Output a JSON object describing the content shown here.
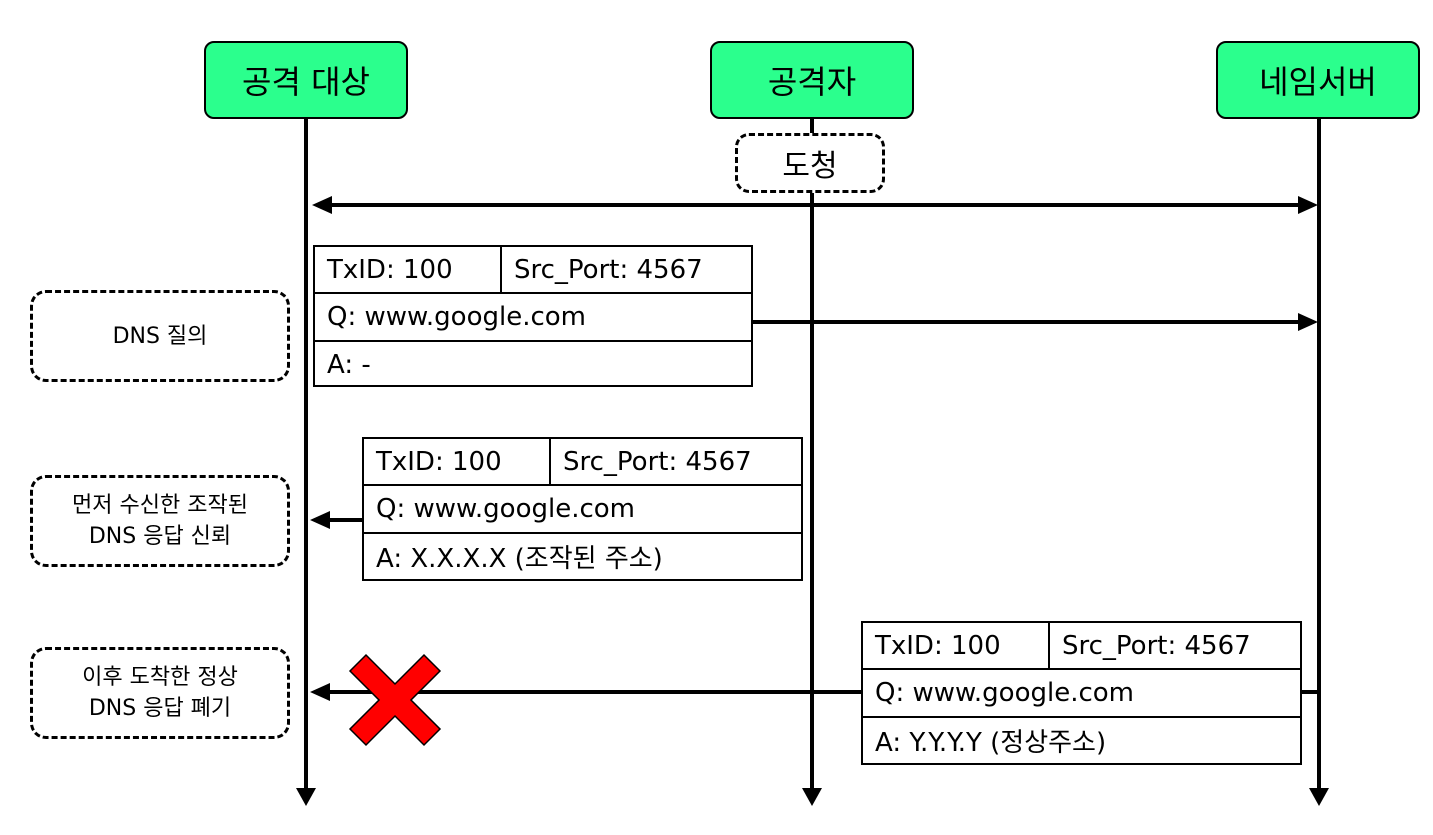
{
  "actors": {
    "target": "공격 대상",
    "attacker": "공격자",
    "nameserver": "네임서버"
  },
  "eavesdrop_label": "도청",
  "notes": {
    "query": "DNS 질의",
    "trust_line1": "먼저 수신한 조작된",
    "trust_line2": "DNS 응답 신뢰",
    "discard_line1": "이후 도착한 정상",
    "discard_line2": "DNS 응답 폐기"
  },
  "packets": [
    {
      "txid": "TxID: 100",
      "src_port": "Src_Port: 4567",
      "question": "Q: www.google.com",
      "answer": "A: -"
    },
    {
      "txid": "TxID: 100",
      "src_port": "Src_Port: 4567",
      "question": "Q: www.google.com",
      "answer": "A: X.X.X.X (조작된 주소)"
    },
    {
      "txid": "TxID: 100",
      "src_port": "Src_Port: 4567",
      "question": "Q: www.google.com",
      "answer": "A: Y.Y.Y.Y (정상주소)"
    }
  ],
  "colors": {
    "actor_fill": "#2bff8d",
    "reject_mark": "#ff0000"
  },
  "icons": {
    "reject": "red-x-mark"
  }
}
